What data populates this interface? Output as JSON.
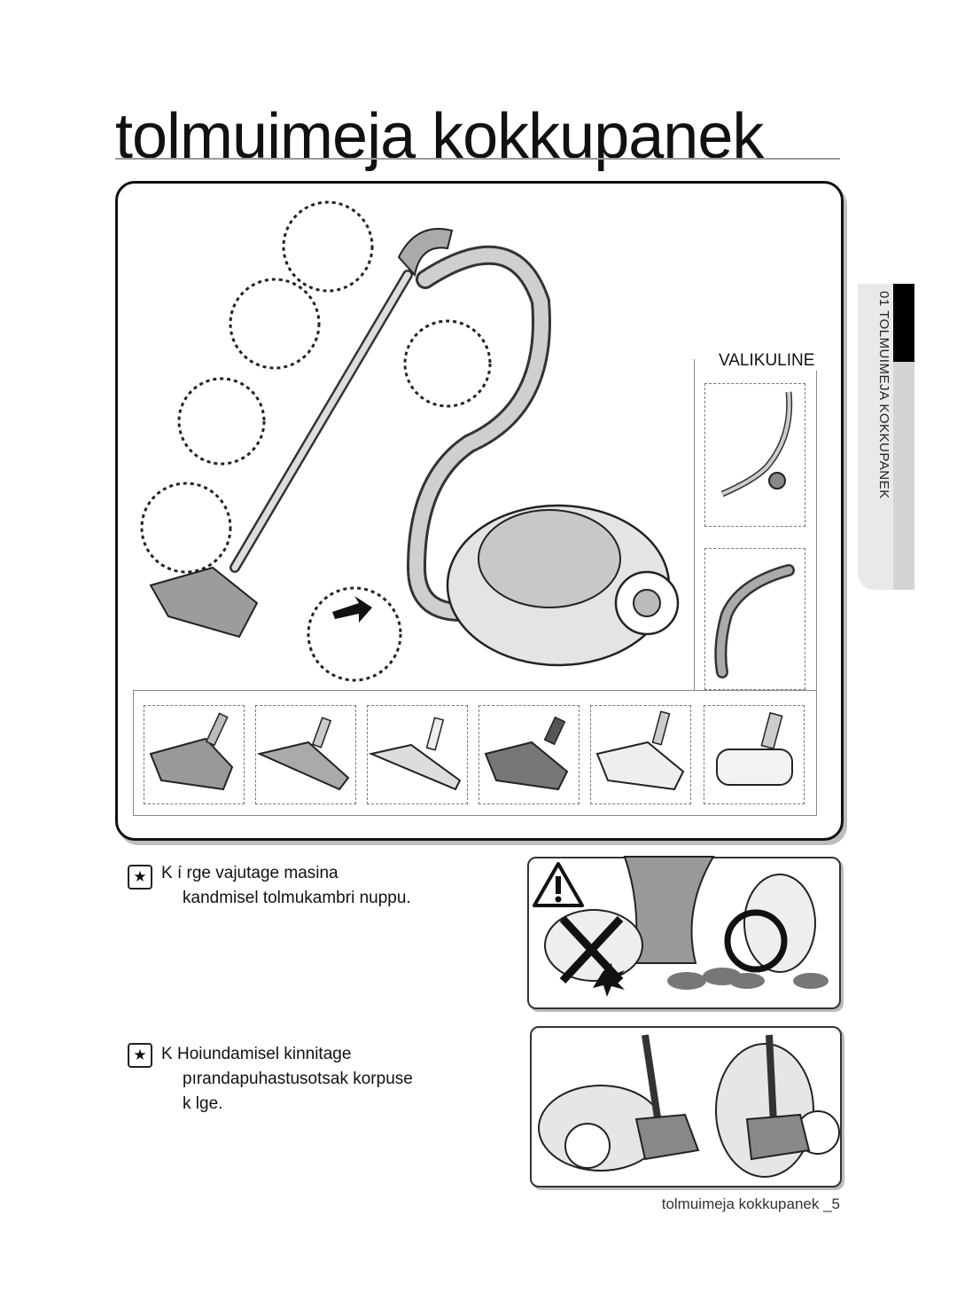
{
  "page": {
    "title": "tolmuimeja kokkupanek",
    "side_tab_label": "01 TOLMUIMEJA KOKKUPANEK",
    "optional_label": "VALIKULINE",
    "footer": "tolmuimeja kokkupanek _5"
  },
  "notes": [
    {
      "icon": "star-icon",
      "prefix": "K",
      "text_line1": "í rge vajutage masina",
      "text_line2": "kandmisel tolmukambri nuppu."
    },
    {
      "icon": "star-icon",
      "prefix": "K",
      "text_line1": "Hoiundamisel kinnitage",
      "text_line2": "pırandapuhastusotsak korpuse",
      "text_line3": "k lge."
    }
  ],
  "colors": {
    "accent": "#000000",
    "tab_grey": "#d4d4d4",
    "illustration_grey": "#9a9a9a"
  }
}
